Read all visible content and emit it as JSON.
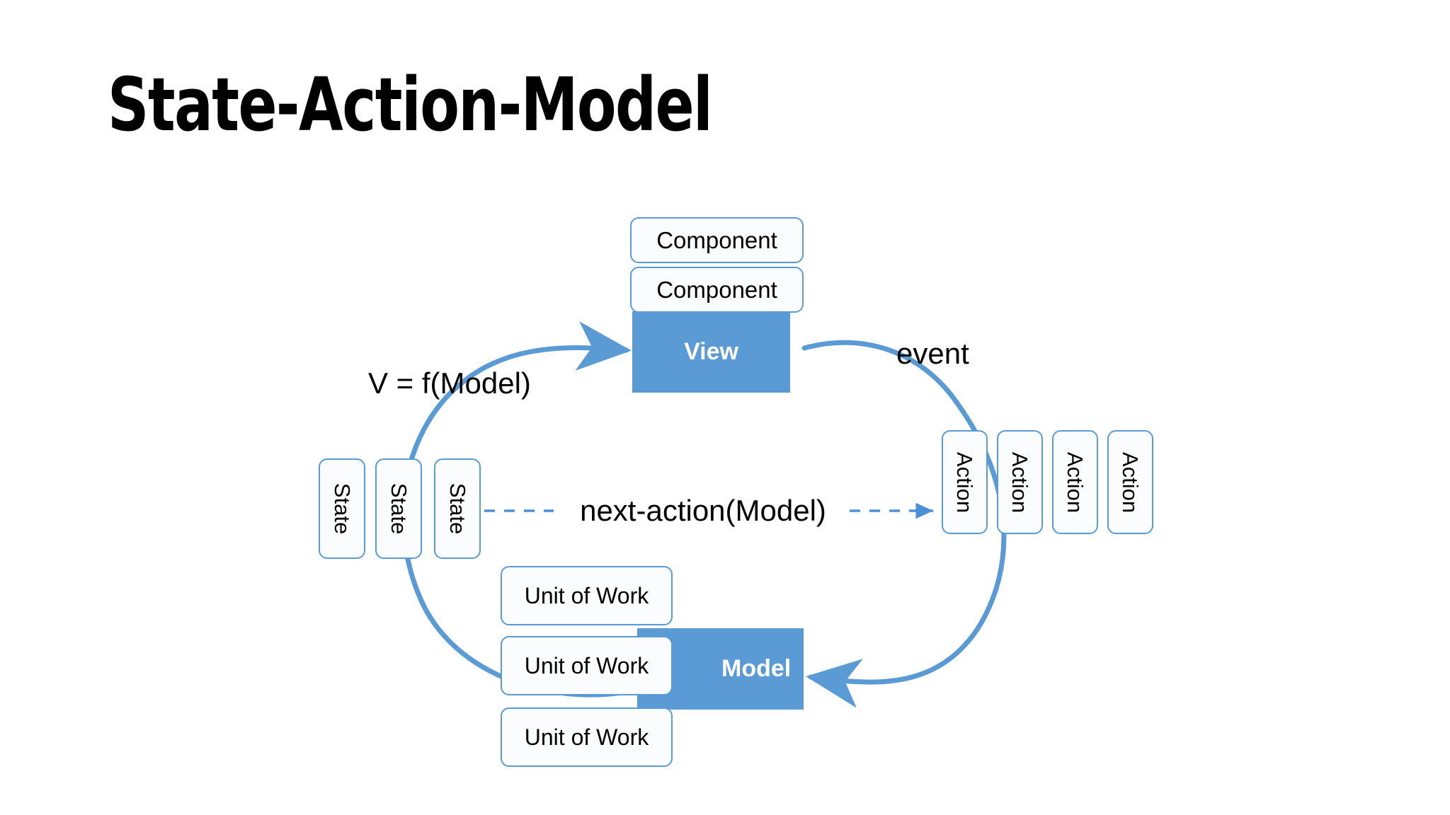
{
  "slide": {
    "title": "State-Action-Model",
    "background_color": "#ffffff"
  },
  "theme": {
    "accent_blue": "#5b9bd5",
    "node_fill": "#fbfcfd",
    "node_border": "#5b9bd5",
    "text_color": "#000000",
    "inverse_text_color": "#ffffff"
  },
  "diagram": {
    "type": "cycle-diagram",
    "view_stack": {
      "components": [
        {
          "label": "Component"
        },
        {
          "label": "Component"
        }
      ],
      "view": {
        "label": "View"
      }
    },
    "actions": [
      {
        "label": "Action"
      },
      {
        "label": "Action"
      },
      {
        "label": "Action"
      },
      {
        "label": "Action"
      }
    ],
    "states": [
      {
        "label": "State"
      },
      {
        "label": "State"
      },
      {
        "label": "State"
      }
    ],
    "model_stack": {
      "units_of_work": [
        {
          "label": "Unit of Work"
        },
        {
          "label": "Unit of Work"
        },
        {
          "label": "Unit of Work"
        }
      ],
      "model": {
        "label": "Model"
      }
    },
    "edges": [
      {
        "id": "model-to-view",
        "label": "V = f(Model)",
        "style": "solid",
        "direction": "to-view"
      },
      {
        "id": "view-to-actions",
        "label": "event",
        "style": "solid",
        "direction": "to-model"
      },
      {
        "id": "state-to-action",
        "label": "next-action(Model)",
        "style": "dashed",
        "direction": "to-action"
      }
    ]
  },
  "labels": {
    "v_of_model": "V = f(Model)",
    "event": "event",
    "next_action": "next-action(Model)"
  }
}
